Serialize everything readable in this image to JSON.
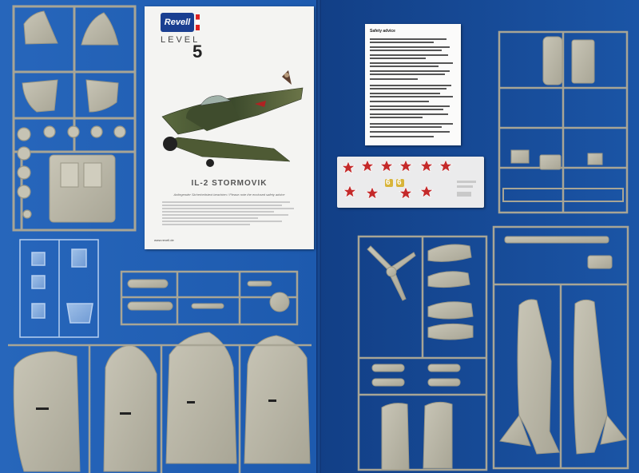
{
  "booklet": {
    "brand": "Revell",
    "level_label": "LEVEL",
    "level_number": "5",
    "title": "IL-2 STORMOVIK",
    "safety_note": "Anliegender Sicherheitstext beachten / Please note the enclosed safety advice",
    "website": "www.revell.de"
  },
  "safety_sheet": {
    "title": "Safety advice"
  },
  "decal_sheet": {
    "aircraft_number": "6"
  },
  "colors": {
    "background_blue": "#1f5fb3",
    "sprue_grey": "#b9b6a6",
    "star_red": "#c42a2a"
  }
}
